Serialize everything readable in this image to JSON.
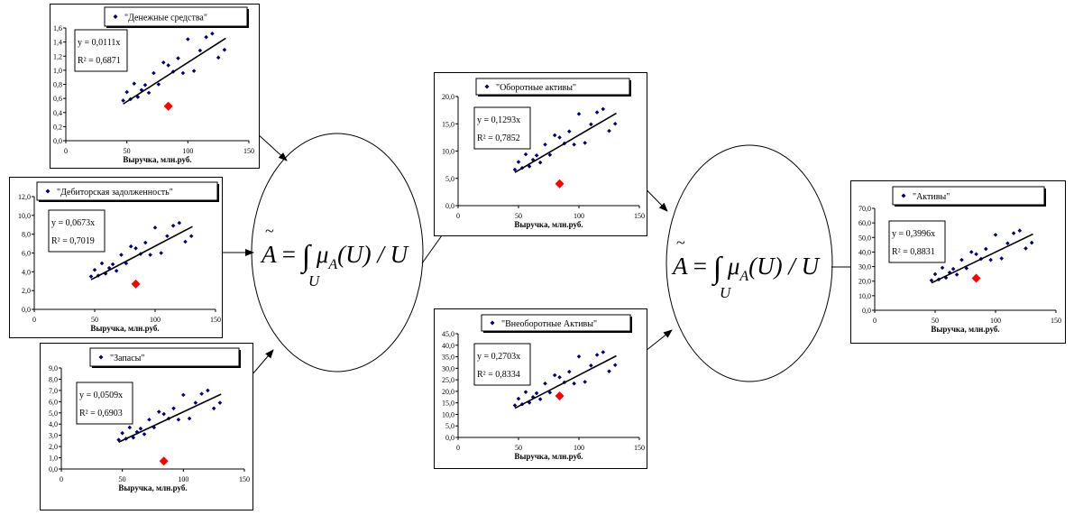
{
  "formula": {
    "lhs": "A",
    "tilde": "~",
    "eq": "=",
    "integral": "∫",
    "under": "U",
    "mu": "μ",
    "sub": "A",
    "rest": "(U) / U"
  },
  "chart_data": [
    {
      "id": "c1",
      "type": "scatter",
      "legend": "\"Денежные средства\"",
      "equation": "y = 0,0111x",
      "r2": "R² = 0,6871",
      "xlabel": "Выручка, млн.руб.",
      "slope": 0.0111,
      "xlim": [
        0,
        150
      ],
      "x_ticks": [
        0,
        50,
        100,
        150
      ],
      "ylim": [
        0,
        1.6
      ],
      "y_ticks": [
        0,
        0.2,
        0.4,
        0.6,
        0.8,
        1.0,
        1.2,
        1.4,
        1.6
      ],
      "x": [
        47,
        50,
        53,
        56,
        59,
        62,
        65,
        68,
        72,
        76,
        80,
        84,
        88,
        92,
        96,
        100,
        105,
        110,
        115,
        120,
        125,
        130
      ],
      "y": [
        0.57,
        0.69,
        0.59,
        0.81,
        0.62,
        0.72,
        0.79,
        0.68,
        0.96,
        0.8,
        1.11,
        1.07,
        0.98,
        1.17,
        0.96,
        1.44,
        0.99,
        1.28,
        1.47,
        1.52,
        1.18,
        1.29
      ],
      "highlight": {
        "x": 84,
        "y": 0.49
      }
    },
    {
      "id": "c2",
      "type": "scatter",
      "legend": "\"Дебиторская задолженность\"",
      "equation": "y = 0,0673x",
      "r2": "R² = 0,7019",
      "xlabel": "Выручка, млн.руб.",
      "slope": 0.0673,
      "xlim": [
        0,
        150
      ],
      "x_ticks": [
        0,
        50,
        100,
        150
      ],
      "ylim": [
        0,
        12
      ],
      "y_ticks": [
        0,
        2,
        4,
        6,
        8,
        10,
        12
      ],
      "x": [
        47,
        50,
        53,
        56,
        59,
        62,
        65,
        68,
        72,
        76,
        80,
        84,
        88,
        92,
        96,
        100,
        105,
        110,
        115,
        120,
        125,
        130
      ],
      "y": [
        3.5,
        4.2,
        3.6,
        4.9,
        3.8,
        4.4,
        4.8,
        4.1,
        5.8,
        4.9,
        6.7,
        6.5,
        5.9,
        7.1,
        5.8,
        8.7,
        6.0,
        7.8,
        8.9,
        9.2,
        7.2,
        7.8
      ],
      "highlight": {
        "x": 84,
        "y": 2.7
      }
    },
    {
      "id": "c3",
      "type": "scatter",
      "legend": "\"Запасы\"",
      "equation": "y = 0,0509x",
      "r2": "R² = 0,6903",
      "xlabel": "Выручка, млн.руб.",
      "slope": 0.0509,
      "xlim": [
        0,
        150
      ],
      "x_ticks": [
        0,
        50,
        100,
        150
      ],
      "ylim": [
        0,
        9
      ],
      "y_ticks": [
        0,
        1,
        2,
        3,
        4,
        5,
        6,
        7,
        8,
        9
      ],
      "x": [
        47,
        50,
        53,
        56,
        59,
        62,
        65,
        68,
        72,
        76,
        80,
        84,
        88,
        92,
        96,
        100,
        105,
        110,
        115,
        120,
        125,
        130
      ],
      "y": [
        2.6,
        3.2,
        2.7,
        3.7,
        2.8,
        3.3,
        3.6,
        3.1,
        4.4,
        3.7,
        5.1,
        4.9,
        4.5,
        5.4,
        4.4,
        6.6,
        4.5,
        5.9,
        6.7,
        7.0,
        5.4,
        5.9
      ],
      "highlight": {
        "x": 84,
        "y": 0.7
      }
    },
    {
      "id": "c4",
      "type": "scatter",
      "legend": "\"Оборотные активы\"",
      "equation": "y = 0,1293x",
      "r2": "R² = 0,7852",
      "xlabel": "Выручка, млн.руб.",
      "slope": 0.1293,
      "xlim": [
        0,
        150
      ],
      "x_ticks": [
        0,
        50,
        100,
        150
      ],
      "ylim": [
        0,
        20
      ],
      "y_ticks": [
        0,
        5,
        10,
        15,
        20
      ],
      "x": [
        47,
        50,
        53,
        56,
        59,
        62,
        65,
        68,
        72,
        76,
        80,
        84,
        88,
        92,
        96,
        100,
        105,
        110,
        115,
        120,
        125,
        130
      ],
      "y": [
        6.6,
        8.0,
        6.9,
        9.4,
        7.2,
        8.4,
        9.2,
        7.9,
        11.2,
        9.3,
        12.9,
        12.5,
        11.4,
        13.6,
        11.2,
        16.8,
        11.5,
        14.9,
        17.1,
        17.7,
        13.7,
        15.0
      ],
      "highlight": {
        "x": 84,
        "y": 4.0
      }
    },
    {
      "id": "c5",
      "type": "scatter",
      "legend": "\"Внеоборотные Активы\"",
      "equation": "y = 0,2703x",
      "r2": "R² = 0,8334",
      "xlabel": "Выручка, млн.руб.",
      "slope": 0.2703,
      "xlim": [
        0,
        150
      ],
      "x_ticks": [
        0,
        50,
        100,
        150
      ],
      "ylim": [
        0,
        45
      ],
      "y_ticks": [
        0,
        5,
        10,
        15,
        20,
        25,
        30,
        35,
        40,
        45
      ],
      "x": [
        47,
        50,
        53,
        56,
        59,
        62,
        65,
        68,
        72,
        76,
        80,
        84,
        88,
        92,
        96,
        100,
        105,
        110,
        115,
        120,
        125,
        130
      ],
      "y": [
        13.9,
        16.8,
        14.4,
        19.7,
        15.1,
        17.5,
        19.2,
        16.6,
        23.4,
        19.5,
        27.0,
        26.1,
        23.9,
        28.5,
        23.4,
        35.1,
        24.1,
        31.2,
        35.8,
        37.0,
        28.7,
        31.4
      ],
      "highlight": {
        "x": 84,
        "y": 18
      }
    },
    {
      "id": "c6",
      "type": "scatter",
      "legend": "\"Активы\"",
      "equation": "y = 0,3996x",
      "r2": "R² = 0,8831",
      "xlabel": "Выручка, млн.руб.",
      "slope": 0.3996,
      "xlim": [
        0,
        150
      ],
      "x_ticks": [
        0,
        50,
        100,
        150
      ],
      "ylim": [
        0,
        70
      ],
      "y_ticks": [
        0,
        10,
        20,
        30,
        40,
        50,
        60,
        70
      ],
      "x": [
        47,
        50,
        53,
        56,
        59,
        62,
        65,
        68,
        72,
        76,
        80,
        84,
        88,
        92,
        96,
        100,
        105,
        110,
        115,
        120,
        125,
        130
      ],
      "y": [
        20.5,
        24.8,
        21.2,
        29.2,
        22.3,
        25.9,
        28.4,
        24.5,
        34.6,
        28.8,
        40.0,
        38.5,
        35.3,
        42.1,
        34.6,
        51.8,
        35.6,
        46.0,
        52.9,
        54.7,
        42.5,
        46.4
      ],
      "highlight": {
        "x": 84,
        "y": 22
      }
    }
  ],
  "colors": {
    "points": "#00007f",
    "highlight": "#ff0000",
    "trend": "#000000"
  }
}
